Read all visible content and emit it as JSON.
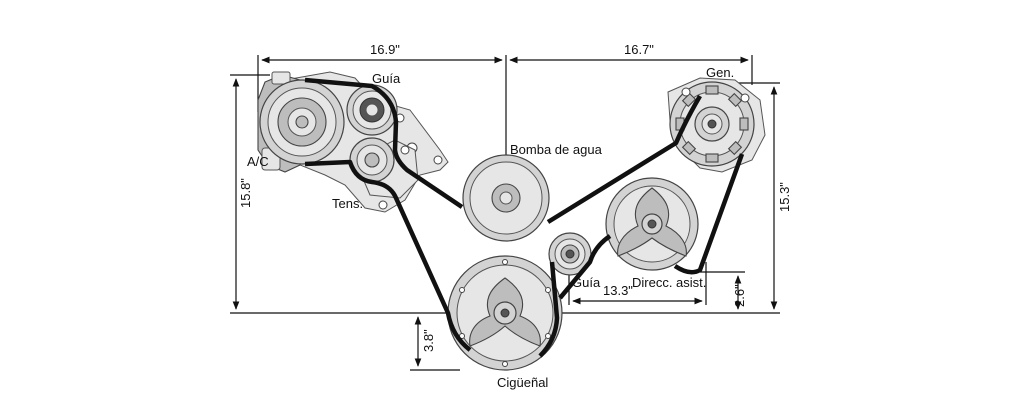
{
  "components": {
    "ac": "A/C",
    "idler_top": "Guía",
    "tensioner": "Tens.",
    "water_pump": "Bomba de agua",
    "alternator": "Gen.",
    "power_steering": "Direcc. asist.",
    "idler_bottom": "Guía",
    "crankshaft": "Cigüeñal"
  },
  "dimensions": {
    "width_left": "16.9\"",
    "width_right": "16.7\"",
    "height_left": "15.8\"",
    "height_right": "15.3\"",
    "crank_offset": "3.8\"",
    "ps_width": "13.3\"",
    "ps_height": "2.6\""
  }
}
